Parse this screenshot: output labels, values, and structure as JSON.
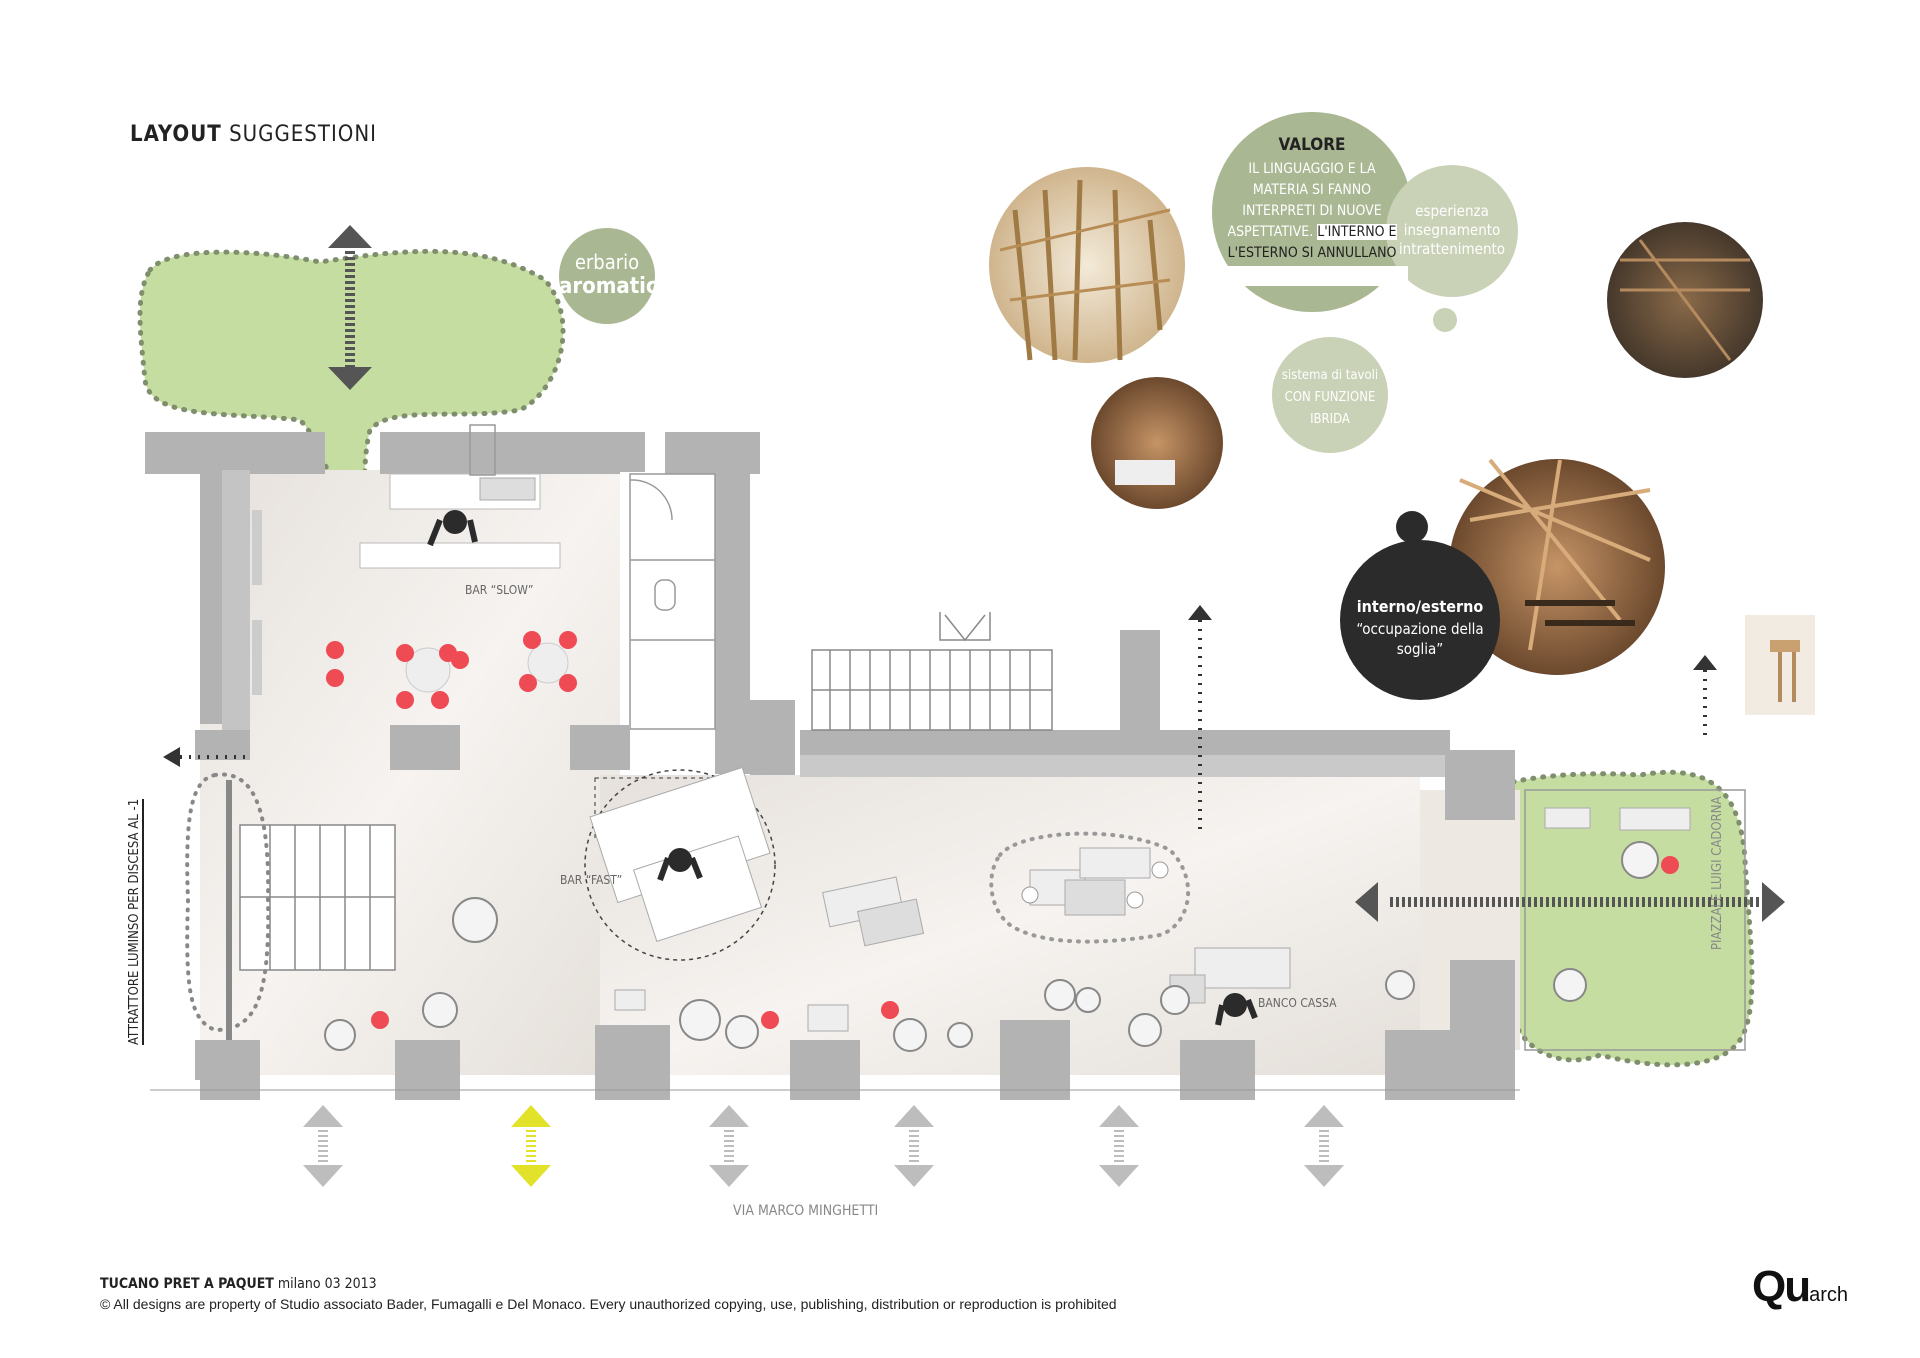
{
  "title": {
    "bold": "LAYOUT",
    "rest": "SUGGESTIONI"
  },
  "bubbles": {
    "erbario": {
      "line1": "erbario",
      "line2": "aromatico"
    },
    "valore": {
      "heading": "VALORE",
      "lines": [
        "IL LINGUAGGIO E LA",
        "MATERIA SI FANNO",
        "INTERPRETI DI NUOVE",
        "ASPETTATIVE."
      ],
      "highlight1": "L'INTERNO E",
      "highlight2": "L'ESTERNO SI ANNULLANO"
    },
    "esperienza": {
      "lines": [
        "esperienza",
        "insegnamento",
        "intrattenimento"
      ]
    },
    "tavoli": {
      "lines": [
        "sistema di tavoli",
        "CON FUNZIONE",
        "IBRIDA"
      ]
    },
    "interno": {
      "heading": "interno/esterno",
      "lines": [
        "“occupazione della",
        "soglia”"
      ]
    }
  },
  "labels": {
    "bar_slow": "BAR “SLOW”",
    "bar_fast": "BAR “FAST”",
    "banco_cassa": "BANCO CASSA",
    "via": "VIA MARCO MINGHETTI",
    "piazzale": "PIAZZALE LUIGI CADORNA",
    "attrattore": "ATTRATTORE LUMINSO PER DISCESA AL -1"
  },
  "footer": {
    "project_bold": "TUCANO PRET A PAQUET",
    "project_rest": "milano 03 2013",
    "copyright": "© All designs are property of Studio associato Bader, Fumagalli e Del Monaco. Every unauthorized copying, use, publishing, distribution or reproduction is prohibited"
  },
  "logo": {
    "main": "Qu",
    "sub": "arch"
  },
  "colors": {
    "wall": "#b3b3b3",
    "floor": "#ece8e3",
    "green": "#bfd89a",
    "sage": "#a9b792",
    "red": "#ef4b55",
    "dark": "#2b2b2b",
    "yellow": "#e2e22a"
  }
}
